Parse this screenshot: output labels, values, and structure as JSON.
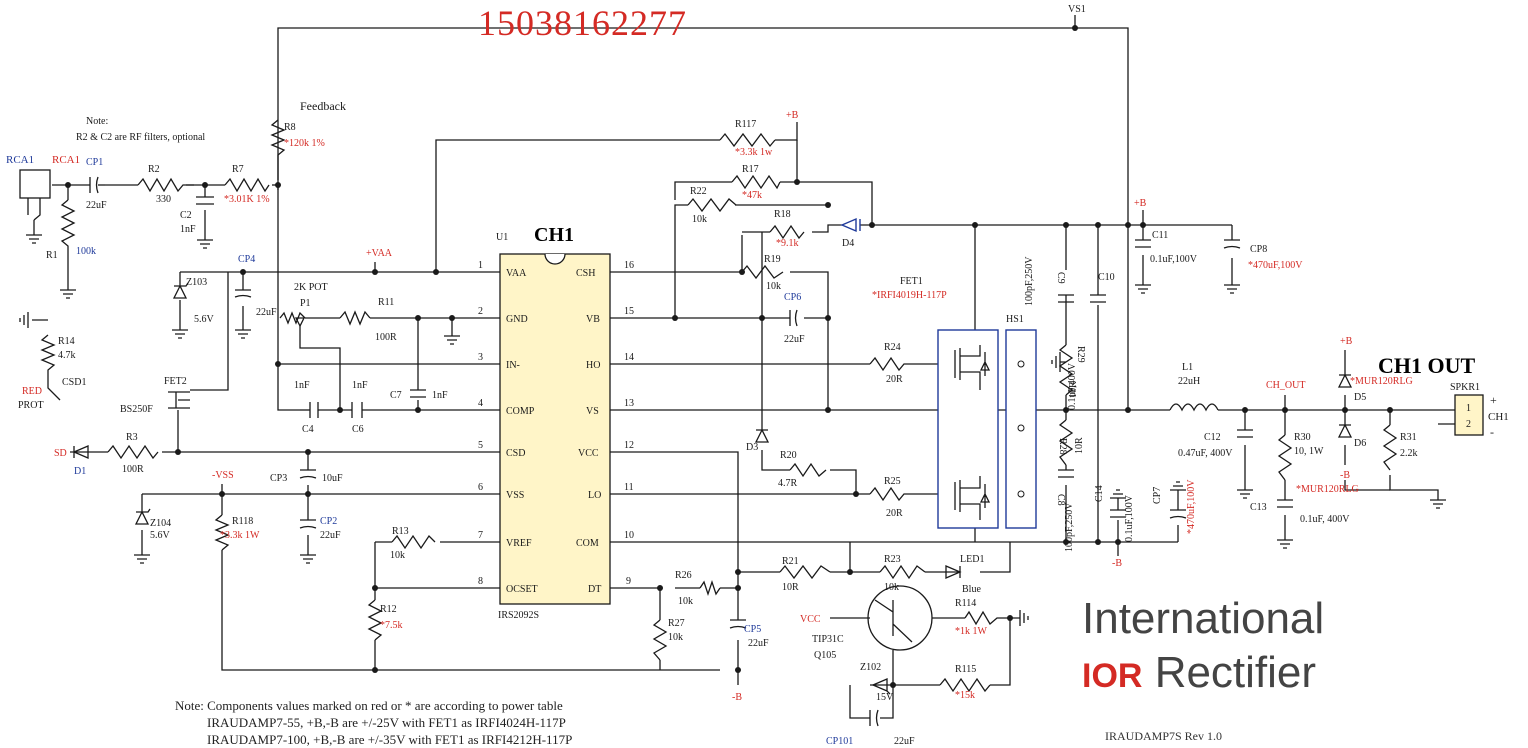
{
  "phone_number": "15038162277",
  "title": "CH1",
  "output_title": "CH1 OUT",
  "ic": {
    "ref": "U1",
    "part": "IRS2092S",
    "left_pins": [
      {
        "num": "1",
        "name": "VAA"
      },
      {
        "num": "2",
        "name": "GND"
      },
      {
        "num": "3",
        "name": "IN-"
      },
      {
        "num": "4",
        "name": "COMP"
      },
      {
        "num": "5",
        "name": "CSD"
      },
      {
        "num": "6",
        "name": "VSS"
      },
      {
        "num": "7",
        "name": "VREF"
      },
      {
        "num": "8",
        "name": "OCSET"
      }
    ],
    "right_pins": [
      {
        "num": "16",
        "name": "CSH"
      },
      {
        "num": "15",
        "name": "VB"
      },
      {
        "num": "14",
        "name": "HO"
      },
      {
        "num": "13",
        "name": "VS"
      },
      {
        "num": "12",
        "name": "VCC"
      },
      {
        "num": "11",
        "name": "LO"
      },
      {
        "num": "10",
        "name": "COM"
      },
      {
        "num": "9",
        "name": "DT"
      }
    ]
  },
  "note_top": [
    "Note:",
    "R2 & C2 are RF filters, optional"
  ],
  "feedback_label": "Feedback",
  "nets": {
    "vs1": "VS1",
    "plus_b": "+B",
    "minus_b": "-B",
    "vaa": "+VAA",
    "vss": "-VSS",
    "sd": "SD",
    "vcc": "VCC",
    "ch_out": "CH_OUT"
  },
  "components": {
    "rca_conn": "RCA1",
    "rca_net": "RCA1",
    "cp1": "CP1",
    "cp1_val": "22uF",
    "r2": "R2",
    "r2_val": "330",
    "c2": "C2",
    "c2_val": "1nF",
    "r7": "R7",
    "r7_val": "*3.01K 1%",
    "r8": "R8",
    "r8_val": "*120k 1%",
    "r1": "R1",
    "r1_val": "100k",
    "cp4": "CP4",
    "cp4_val": "22uF",
    "z103": "Z103",
    "z103_val": "5.6V",
    "pot_title": "2K POT",
    "p1": "P1",
    "r11": "R11",
    "r11_val": "100R",
    "r14": "R14",
    "r14_val": "4.7k",
    "csd1": "CSD1",
    "red_prot": [
      "RED",
      "PROT"
    ],
    "fet2": "FET2",
    "fet2_part": "BS250F",
    "c4": "C4",
    "c4_val": "1nF",
    "c6": "C6",
    "c6_val": "1nF",
    "c7": "C7",
    "c7_val": "1nF",
    "r3": "R3",
    "r3_val": "100R",
    "d1": "D1",
    "cp3": "CP3",
    "cp3_val": "10uF",
    "z104": "Z104",
    "z104_val": "5.6V",
    "r118": "R118",
    "r118_val": "*3.3k 1W",
    "cp2": "CP2",
    "cp2_val": "22uF",
    "r13": "R13",
    "r13_val": "10k",
    "r12": "R12",
    "r12_val": "*7.5k",
    "r117": "R117",
    "r117_val": "*3.3k 1w",
    "r17": "R17",
    "r17_val": "*47k",
    "r22": "R22",
    "r22_val": "10k",
    "r18": "R18",
    "r18_val": "*9.1k",
    "d4": "D4",
    "r19": "R19",
    "r19_val": "10k",
    "cp6": "CP6",
    "cp6_val": "22uF",
    "r24": "R24",
    "r24_val": "20R",
    "r25": "R25",
    "r25_val": "20R",
    "d3": "D3",
    "r20": "R20",
    "r20_val": "4.7R",
    "r21": "R21",
    "r21_val": "10R",
    "r26": "R26",
    "r26_val": "10k",
    "r27": "R27",
    "r27_val": "10k",
    "cp5": "CP5",
    "cp5_val": "22uF",
    "r23": "R23",
    "r23_val": "10k",
    "led1": "LED1",
    "led1_val": "Blue",
    "q105": "Q105",
    "q105_part": "TIP31C",
    "r114": "R114",
    "r114_val": "*1k 1W",
    "r115": "R115",
    "r115_val": "*15k",
    "z102": "Z102",
    "z102_val": "15V",
    "cp101": "CP101",
    "cp101_val": "22uF",
    "fet1": "FET1",
    "fet1_part": "*IRFI4019H-117P",
    "hs1": "HS1",
    "c9": "C9",
    "c9_val": "100pF,250V",
    "c10": "C10",
    "c10_val": "0.1uF,400V",
    "r29": "R29",
    "r29_val": "10R",
    "r28": "R28",
    "r28_val": "10R",
    "c8": "C8",
    "c8_val": "100pF,250V",
    "c14": "C14",
    "c14_val": "0.1uF,100V",
    "cp7": "CP7",
    "cp7_val": "*470uF,100V",
    "c11": "C11",
    "c11_val": "0.1uF,100V",
    "cp8": "CP8",
    "cp8_val": "*470uF,100V",
    "l1": "L1",
    "l1_val": "22uH",
    "c12": "C12",
    "c12_val": "0.47uF, 400V",
    "r30": "R30",
    "r30_val": "10, 1W",
    "c13": "C13",
    "c13_val": "0.1uF, 400V",
    "d5": "D5",
    "d5_part": "*MUR120RLG",
    "d6": "D6",
    "d6_part": "*MUR120RLG",
    "r31": "R31",
    "r31_val": "2.2k",
    "spkr1": "SPKR1",
    "spkr_pins": [
      "1",
      "2"
    ],
    "spkr_signs": [
      "+",
      "-"
    ],
    "spkr_ch": "CH1"
  },
  "note_bottom": [
    "Note: Components values marked on red or * are according to power table",
    "IRAUDAMP7-55, +B,-B are +/-25V with FET1 as IRFI4024H-117P",
    "IRAUDAMP7-100, +B,-B are +/-35V with FET1 as IRFI4212H-117P"
  ],
  "logo": {
    "line1": "International",
    "ior": "IOR",
    "line2": "Rectifier"
  },
  "revision": "IRAUDAMP7S Rev 1.0",
  "colors": {
    "value_red": "#d42a24",
    "label_blue": "#1f3a9a",
    "wire": "#1a1a1a"
  }
}
